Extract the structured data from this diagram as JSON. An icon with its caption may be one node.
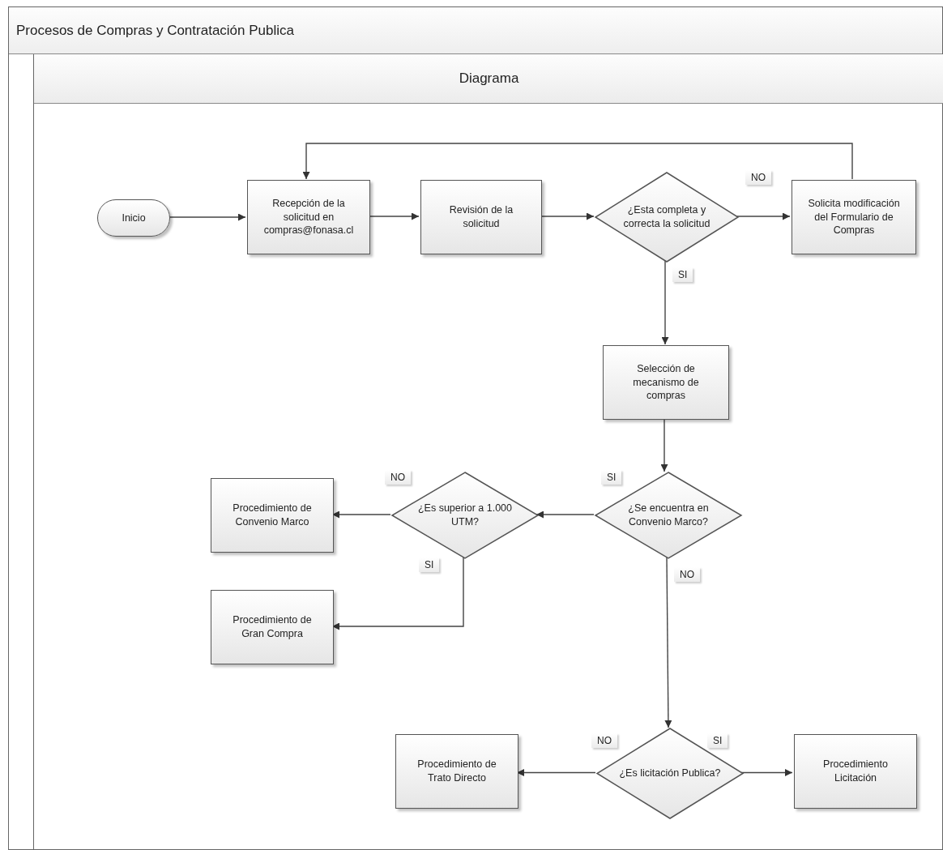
{
  "diagram": {
    "nodes": [
      {
        "text": [
          "Procesos de Compras y Contratación Publica"
        ]
      },
      {
        "text": [
          "Diagrama"
        ],
        "in": 0
      },
      {
        "text": [
          "Inicio"
        ],
        "in": 1
      },
      {
        "text": [
          "Recepción de la solicitud en compras@fonasa.cl"
        ],
        "in": 1
      },
      {
        "text": [
          "Revisión de la solicitud"
        ],
        "in": 1
      },
      {
        "text": [
          "¿Esta completa y correcta la solicitud"
        ],
        "in": 1
      },
      {
        "text": [
          "Solicita modificación del Formulario de Compras"
        ],
        "in": 1
      },
      {
        "text": [
          "Selección de mecanismo de compras"
        ],
        "in": 1
      },
      {
        "text": [
          "¿Se encuentra en Convenio Marco?"
        ],
        "in": 1
      },
      {
        "text": [
          "¿Es superior a 1.000 UTM?"
        ],
        "in": 1
      },
      {
        "text": [
          "Procedimiento de Convenio Marco"
        ],
        "in": 1
      },
      {
        "text": [
          "Procedimiento de Gran Compra"
        ],
        "in": 1
      },
      {
        "text": [
          "¿Es licitación Publica?"
        ],
        "in": 1
      },
      {
        "text": [
          "Procedimiento de Trato Directo"
        ],
        "in": 1
      },
      {
        "text": [
          "Procedimiento Licitación"
        ],
        "in": 1
      }
    ],
    "edges": [
      {
        "from": 2,
        "to": 3,
        "arrow": "to"
      },
      {
        "from": 3,
        "to": 4,
        "arrow": "to"
      },
      {
        "from": 4,
        "to": 5,
        "arrow": "to"
      },
      {
        "from": 5,
        "to": 6,
        "arrow": "to",
        "label": "NO"
      },
      {
        "from": 6,
        "to": 3,
        "arrow": "to"
      },
      {
        "from": 5,
        "to": 7,
        "arrow": "to",
        "label": "SI"
      },
      {
        "from": 7,
        "to": 8,
        "arrow": "to"
      },
      {
        "from": 8,
        "to": 9,
        "arrow": "to",
        "label": "SI"
      },
      {
        "from": 9,
        "to": 10,
        "arrow": "to",
        "label": "NO"
      },
      {
        "from": 9,
        "to": 11,
        "arrow": "to",
        "label": "SI"
      },
      {
        "from": 8,
        "to": 12,
        "arrow": "to",
        "label": "NO"
      },
      {
        "from": 12,
        "to": 13,
        "arrow": "to",
        "label": "NO"
      },
      {
        "from": 12,
        "to": 14,
        "arrow": "to",
        "label": "SI"
      }
    ]
  }
}
